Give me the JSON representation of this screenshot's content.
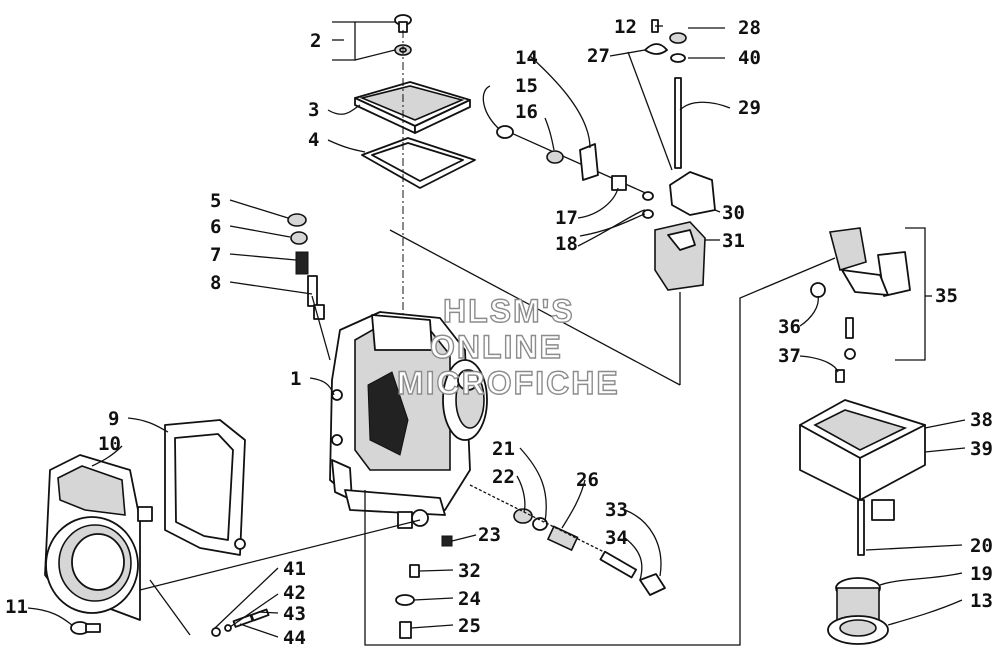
{
  "watermark": [
    "HLSM'S",
    "ONLINE",
    "MICROFICHE"
  ],
  "callouts": [
    "1",
    "2",
    "3",
    "4",
    "5",
    "6",
    "7",
    "8",
    "9",
    "10",
    "11",
    "12",
    "13",
    "14",
    "15",
    "16",
    "17",
    "18",
    "19",
    "20",
    "21",
    "22",
    "23",
    "24",
    "25",
    "26",
    "27",
    "28",
    "29",
    "30",
    "31",
    "32",
    "33",
    "34",
    "35",
    "36",
    "37",
    "38",
    "39",
    "40",
    "41",
    "42",
    "43",
    "44"
  ]
}
